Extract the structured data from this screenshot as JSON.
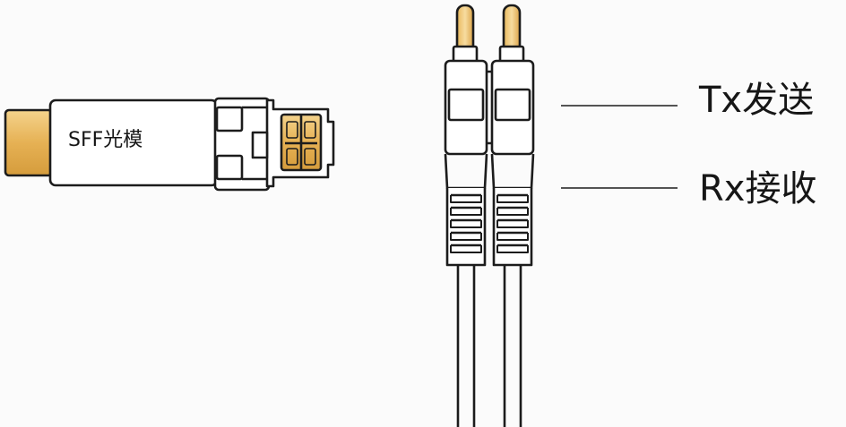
{
  "diagram": {
    "module_label": "SFF光模",
    "tx_label": "Tx发送",
    "rx_label": "Rx接收"
  },
  "colors": {
    "outline": "#1c1c1c",
    "gold_contact": "#e8b75a",
    "gold_contact_light": "#f6d690",
    "background": "#fbfbfb",
    "body_fill": "#ffffff"
  }
}
